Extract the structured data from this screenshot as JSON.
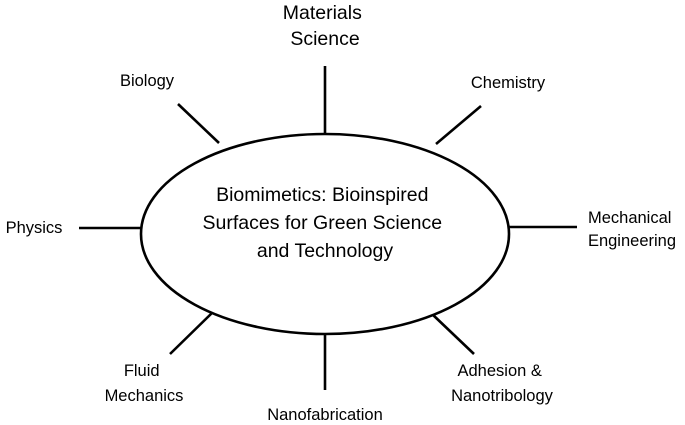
{
  "center": {
    "lines": [
      "Biomimetics: Bioinspired",
      "Surfaces for Green Science",
      "and Technology"
    ]
  },
  "fields": {
    "materials_science": [
      "Materials",
      "Science"
    ],
    "chemistry": [
      "Chemistry"
    ],
    "mechanical_engineering": [
      "Mechanical",
      "Engineering"
    ],
    "adhesion_nanotribology": [
      "Adhesion &",
      "Nanotribology"
    ],
    "nanofabrication": [
      "Nanofabrication"
    ],
    "fluid_mechanics": [
      "Fluid",
      "Mechanics"
    ],
    "physics": [
      "Physics"
    ],
    "biology": [
      "Biology"
    ]
  }
}
